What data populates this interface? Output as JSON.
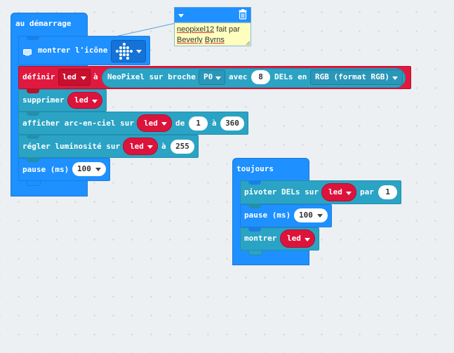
{
  "on_start": {
    "label": "au démarrage",
    "show_icon_label": "montrer l'icône",
    "define_label": "définir",
    "define_var": "led",
    "define_to": "à",
    "neopixel_label": "NeoPixel sur broche",
    "neopixel_pin": "P0",
    "neopixel_with": "avec",
    "neopixel_count": "8",
    "neopixel_leds_in": "DELs en",
    "neopixel_mode": "RGB (format RGB)",
    "clear_label": "supprimer",
    "clear_var": "led",
    "rainbow_label": "afficher arc-en-ciel sur",
    "rainbow_var": "led",
    "rainbow_from": "de",
    "rainbow_start": "1",
    "rainbow_to": "à",
    "rainbow_end": "360",
    "brightness_label": "régler luminosité sur",
    "brightness_var": "led",
    "brightness_to": "à",
    "brightness_value": "255",
    "pause_label": "pause (ms)",
    "pause_value": "100"
  },
  "forever": {
    "label": "toujours",
    "rotate_label": "pivoter DELs sur",
    "rotate_var": "led",
    "rotate_by": "par",
    "rotate_value": "1",
    "pause_label": "pause (ms)",
    "pause_value": "100",
    "show_label": "montrer",
    "show_var": "led"
  },
  "comment": {
    "text_1": "neopixel12",
    "text_2": " fait par",
    "text_3": "Beverly",
    "text_4": "Byrns"
  },
  "colors": {
    "basic": "#1e90ff",
    "neopixel": "#2ba3c4",
    "variables": "#dc143c",
    "workspace": "#ecf0f2",
    "comment": "#fefebf"
  }
}
